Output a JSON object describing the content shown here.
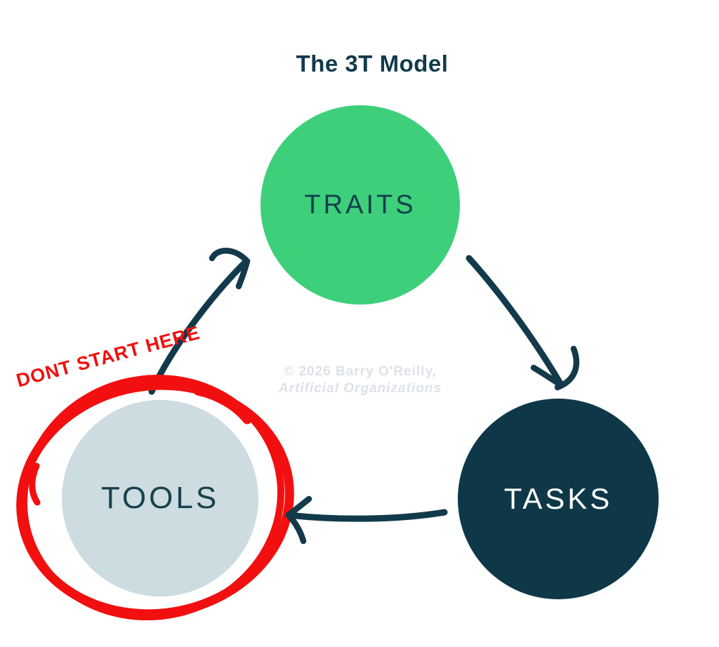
{
  "title": "The 3T Model",
  "watermark": {
    "line1": "© 2026 Barry O'Reilly,",
    "line2": "Artificial Organizations"
  },
  "nodes": [
    {
      "id": "traits",
      "label": "TRAITS",
      "fill": "#3ecf7b",
      "text_color": "#0f3f4e"
    },
    {
      "id": "tasks",
      "label": "TASKS",
      "fill": "#0e3847",
      "text_color": "#ffffff"
    },
    {
      "id": "tools",
      "label": "TOOLS",
      "fill": "#ccdce0",
      "text_color": "#17414f"
    }
  ],
  "edges": [
    {
      "from": "traits",
      "to": "tasks"
    },
    {
      "from": "tasks",
      "to": "tools"
    },
    {
      "from": "tools",
      "to": "traits"
    }
  ],
  "annotation": {
    "label": "DONT START HERE",
    "color": "#f20f0f"
  },
  "colors": {
    "ink": "#123a4a",
    "watermark": "#dde2e8",
    "background": "#ffffff"
  }
}
